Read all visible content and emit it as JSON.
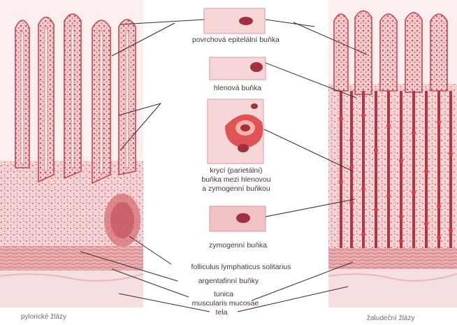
{
  "labels": {
    "surface_cell": "povrchová epitelální buňka",
    "mucous_cell": "hlenová buňka",
    "parietal_cell": [
      "krycí (parietální)",
      "buňka mezi hlenovou",
      "a zymogenní buňkou"
    ],
    "zymogen_cell": "zymogenní buňka",
    "follicle": "folliculus lymphaticus solitarius",
    "argentaffin": "argentafinní buňky",
    "muscularis": [
      "tunica",
      "muscularis mucosae"
    ],
    "submucosa": "tela",
    "left_panel": "pylorické žlázy",
    "right_panel": "žaludeční žlázy"
  },
  "colors": {
    "tissue_light": "#f3d6d6",
    "tissue_mid": "#e8a9aa",
    "tissue_dark": "#c9555a",
    "nucleus": "#9b2d38",
    "parietal_red": "#d94a4f",
    "leader_line": "#3a2a2a"
  }
}
